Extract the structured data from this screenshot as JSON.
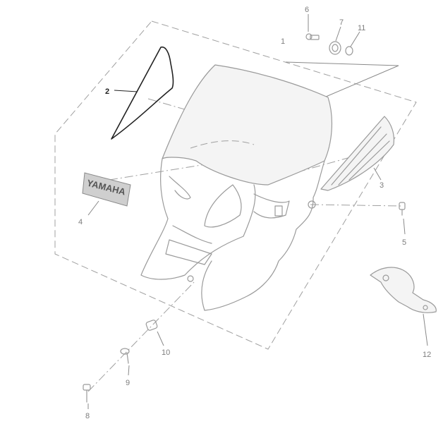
{
  "diagram": {
    "callouts": [
      {
        "id": "1",
        "text": "1"
      },
      {
        "id": "2",
        "text": "2"
      },
      {
        "id": "3",
        "text": "3"
      },
      {
        "id": "4",
        "text": "4"
      },
      {
        "id": "5",
        "text": "5"
      },
      {
        "id": "6",
        "text": "6"
      },
      {
        "id": "7",
        "text": "7"
      },
      {
        "id": "8",
        "text": "8"
      },
      {
        "id": "9",
        "text": "9"
      },
      {
        "id": "10",
        "text": "10"
      },
      {
        "id": "11",
        "text": "11"
      },
      {
        "id": "12",
        "text": "12"
      }
    ],
    "emblem_text": "YAMAHA",
    "colors": {
      "line": "#9a9a9a",
      "label": "#7d7d7d",
      "highlight": "#222222",
      "background": "#ffffff"
    }
  }
}
